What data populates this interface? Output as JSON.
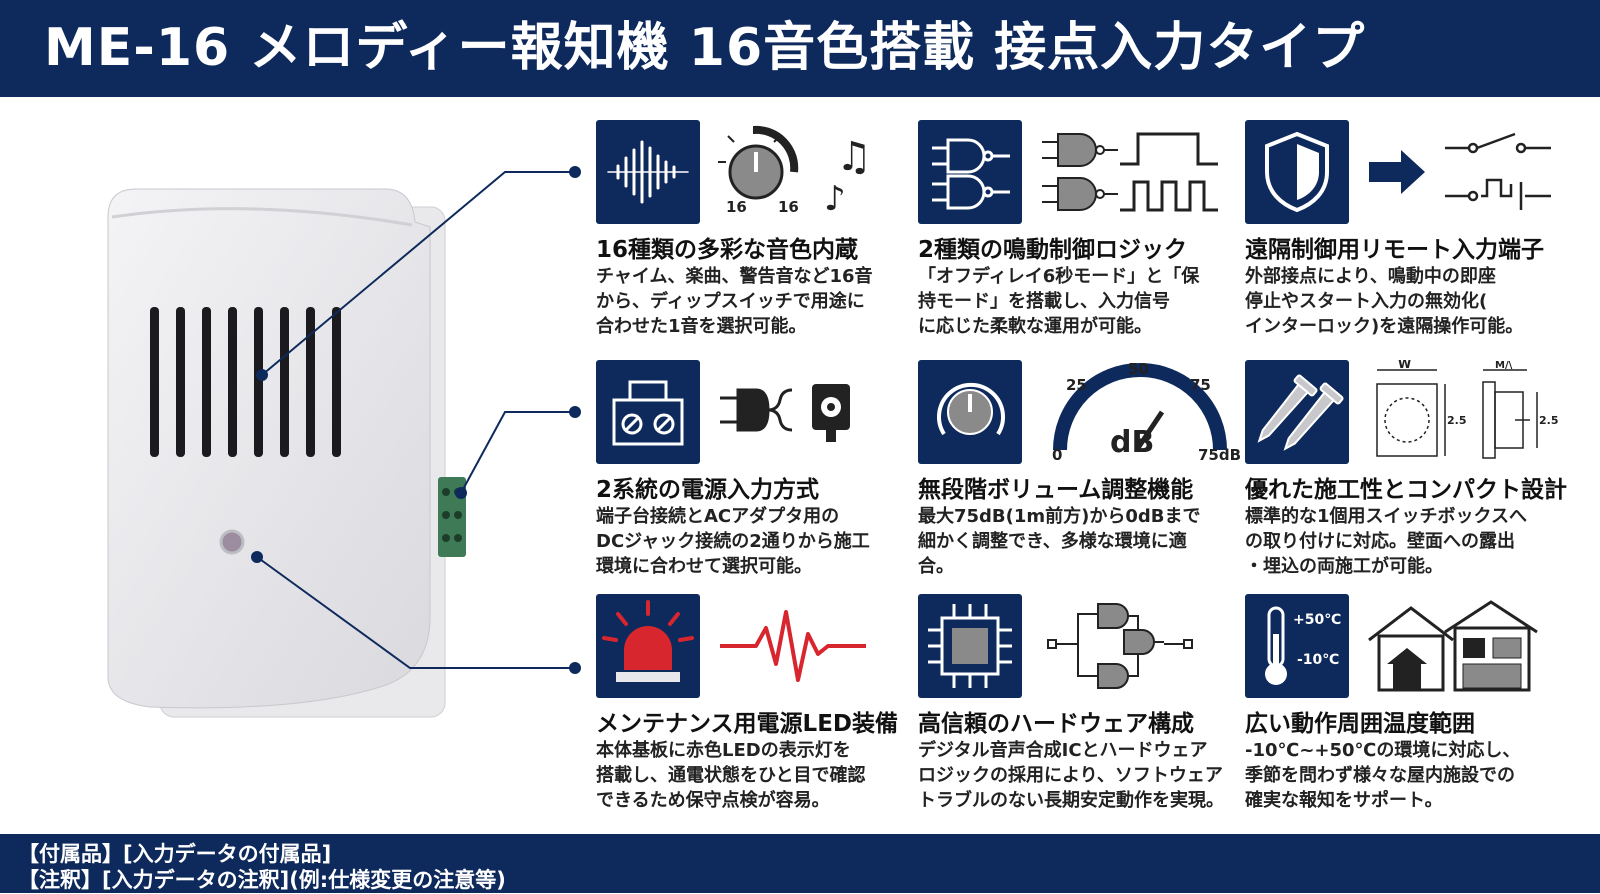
{
  "header": {
    "title": "ME-16 メロディー報知機 16音色搭載 接点入力タイプ"
  },
  "features": [
    {
      "title": "16種類の多彩な音色内蔵",
      "desc": "チャイム、楽曲、警告音など16音\nから、ディップスイッチで用途に\n合わせた1音を選択可能。",
      "art_labels": [
        "16",
        "16"
      ]
    },
    {
      "title": "2種類の鳴動制御ロジック",
      "desc": "「オフディレイ6秒モード」と「保\n持モード」を搭載し、入力信号\nに応じた柔軟な運用が可能。"
    },
    {
      "title": "遠隔制御用リモート入力端子",
      "desc": "外部接点により、鳴動中の即座\n停止やスタート入力の無効化(\nインターロック)を遠隔操作可能。"
    },
    {
      "title": "2系統の電源入力方式",
      "desc": "端子台接続とACアダプタ用の\nDCジャック接続の2通りから施工\n環境に合わせて選択可能。"
    },
    {
      "title": "無段階ボリューム調整機能",
      "desc": "最大75dB(1m前方)から0dBまで\n細かく調整でき、多様な環境に適\n合。",
      "art_labels": [
        "0",
        "25",
        "50",
        "75",
        "dB",
        "75dB"
      ]
    },
    {
      "title": "優れた施工性とコンパクト設計",
      "desc": "標準的な1個用スイッチボックスへ\nの取り付けに対応。壁面への露出\n・埋込の両施工が可能。",
      "art_labels": [
        "W",
        "M/\\",
        "2.5",
        "2.5"
      ]
    },
    {
      "title": "メンテナンス用電源LED装備",
      "desc": "本体基板に赤色LEDの表示灯を\n搭載し、通電状態をひと目で確認\nできるため保守点検が容易。"
    },
    {
      "title": "高信頼のハードウェア構成",
      "desc": "デジタル音声合成ICとハードウェア\nロジックの採用により、ソフトウェア\nトラブルのない長期安定動作を実現。"
    },
    {
      "title": "広い動作周囲温度範囲",
      "desc": "-10℃~+50℃の環境に対応し、\n季節を問わず様々な屋内施設での\n確実な報知をサポート。",
      "art_labels": [
        "+50℃",
        "-10℃"
      ]
    }
  ],
  "footer": {
    "line1": "【付属品】[入力データの付属品]",
    "line2": "【注釈】[入力データの注釈](例:仕様変更の注意等)"
  },
  "colors": {
    "navy": "#0e2a5c",
    "alert_red": "#d8262e",
    "gray": "#8a8a8a"
  }
}
